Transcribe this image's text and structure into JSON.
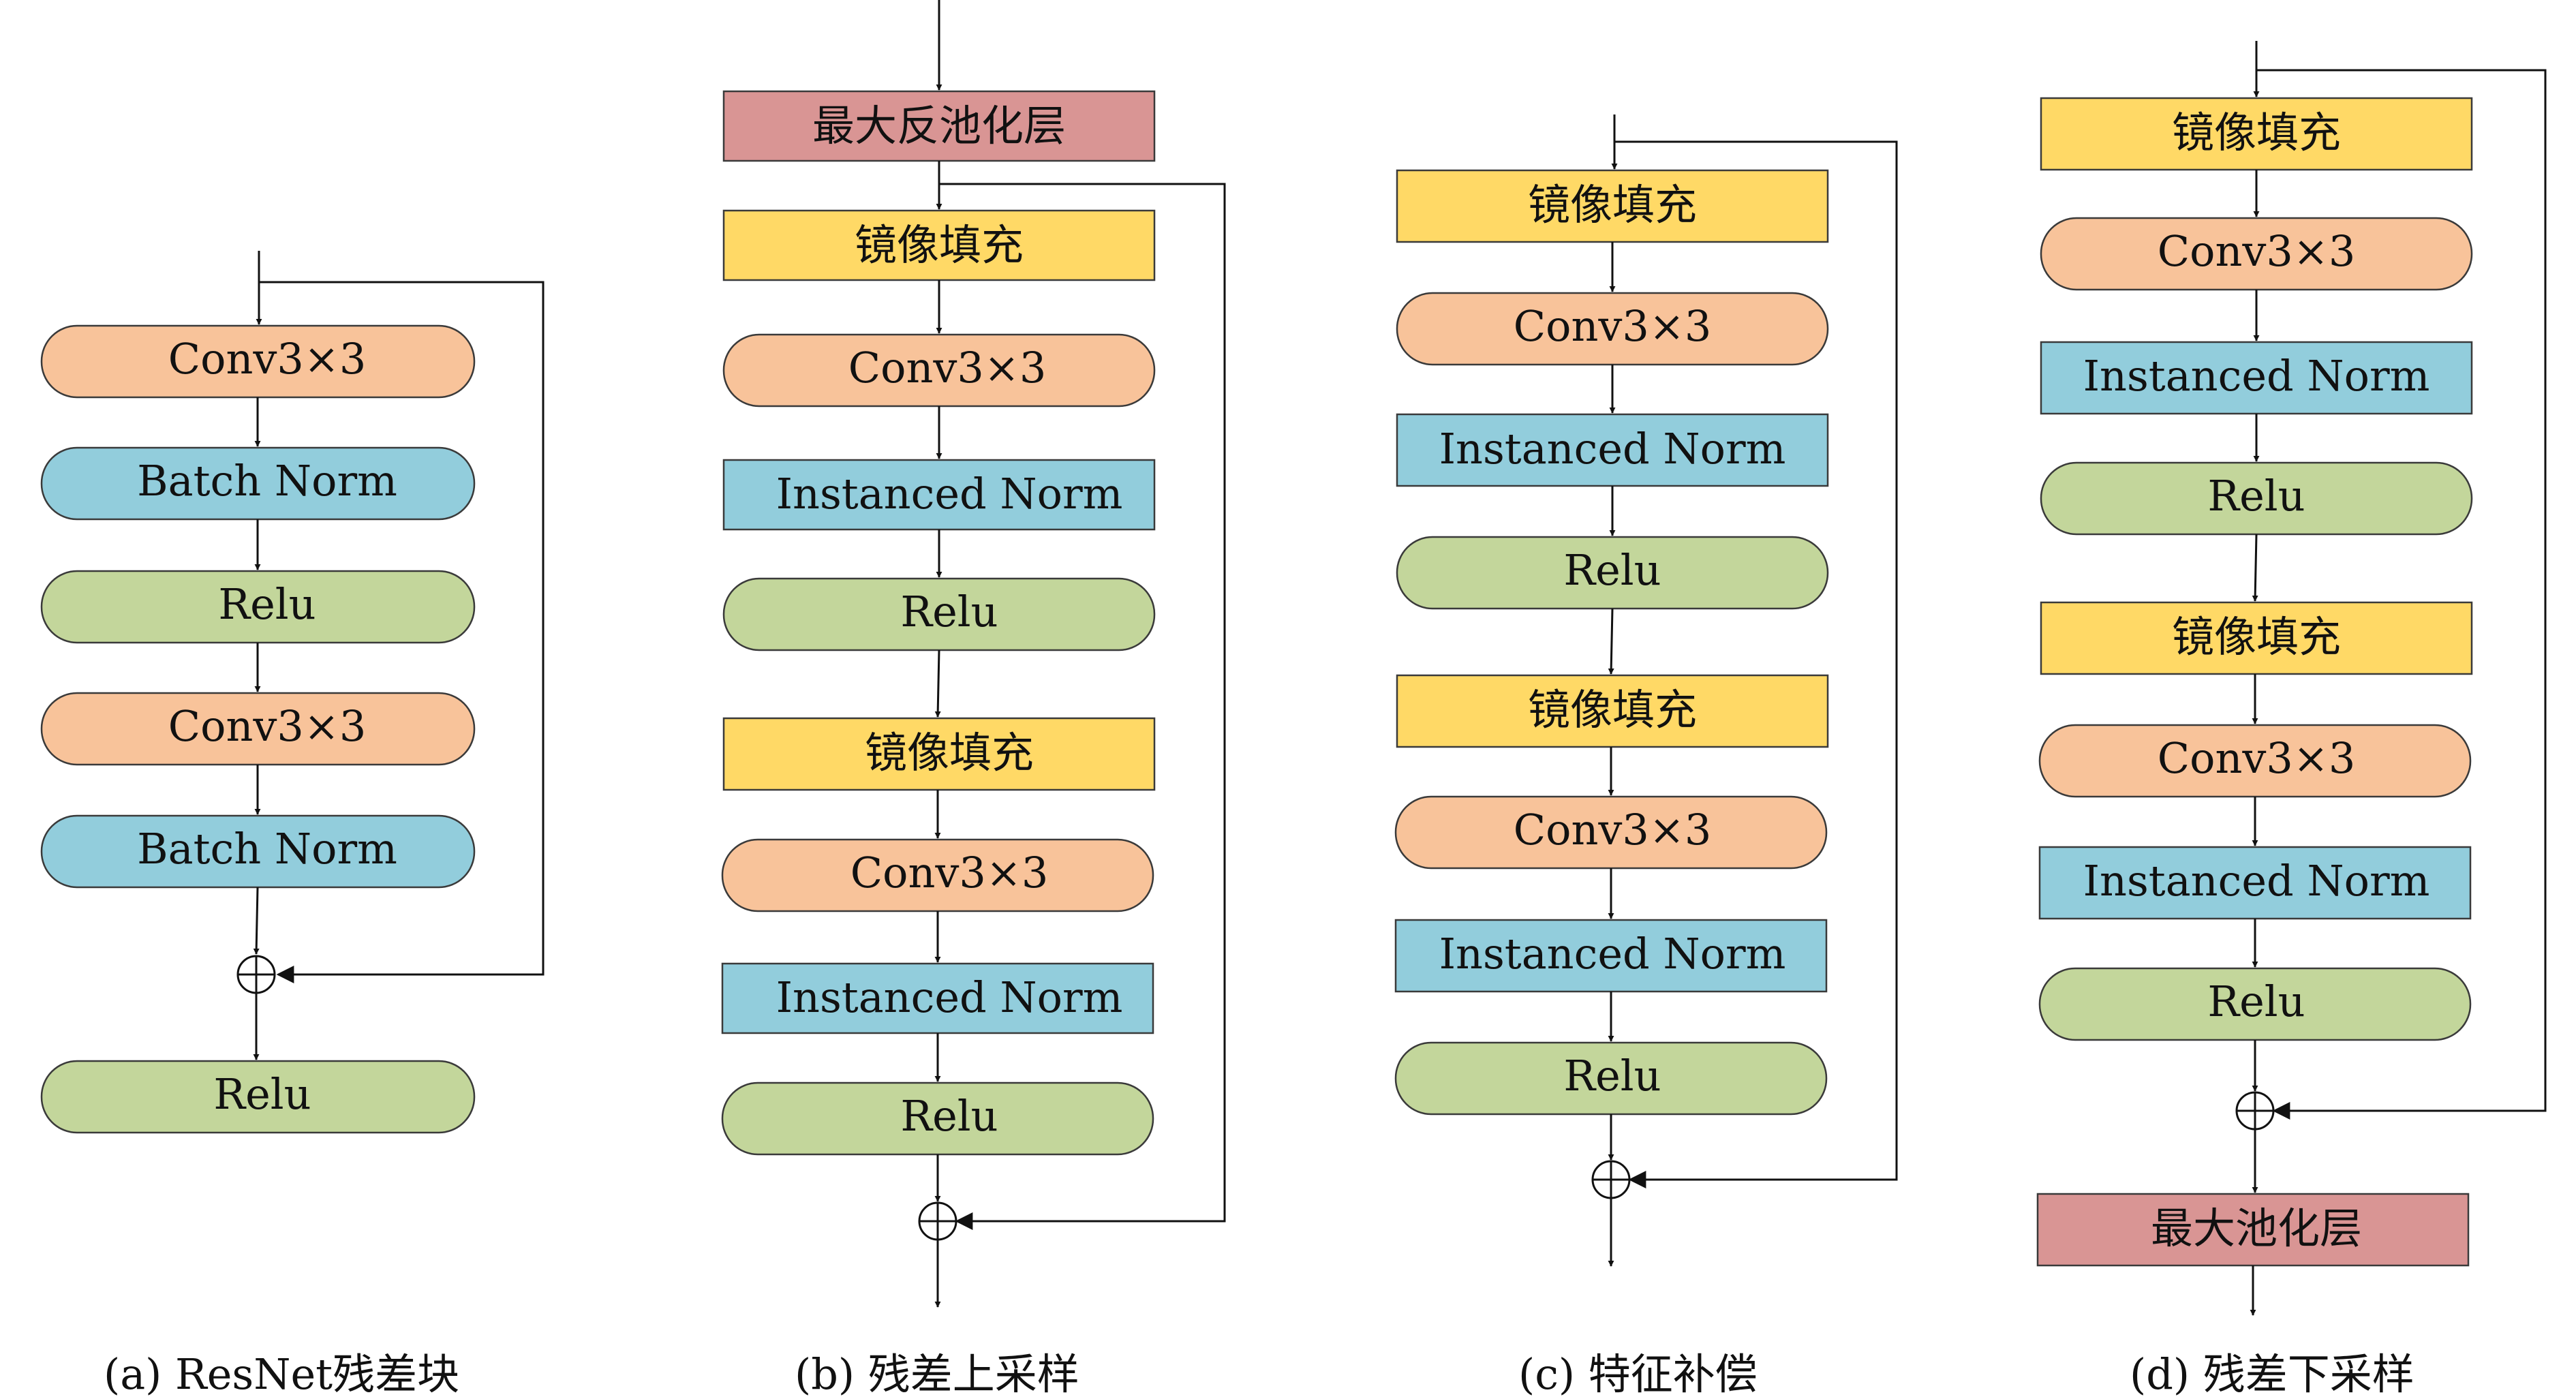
{
  "colors": {
    "conv": "#F8C39A",
    "norm": "#92CDDC",
    "relu": "#C3D69B",
    "pad": "#FFD966",
    "pool": "#D99594"
  },
  "diagrams": [
    {
      "caption": "(a) ResNet残差块",
      "blocks": [
        {
          "label": "Conv3×3",
          "kind": "conv"
        },
        {
          "label": "Batch Norm",
          "kind": "norm"
        },
        {
          "label": "Relu",
          "kind": "relu"
        },
        {
          "label": "Conv3×3",
          "kind": "conv"
        },
        {
          "label": "Batch Norm",
          "kind": "norm"
        },
        {
          "label": "Relu",
          "kind": "relu"
        }
      ]
    },
    {
      "caption": "(b) 残差上采样",
      "blocks": [
        {
          "label": "最大反池化层",
          "kind": "pool"
        },
        {
          "label": "镜像填充",
          "kind": "pad"
        },
        {
          "label": "Conv3×3",
          "kind": "conv"
        },
        {
          "label": "Instanced Norm",
          "kind": "norm"
        },
        {
          "label": "Relu",
          "kind": "relu"
        },
        {
          "label": "镜像填充",
          "kind": "pad"
        },
        {
          "label": "Conv3×3",
          "kind": "conv"
        },
        {
          "label": "Instanced Norm",
          "kind": "norm"
        },
        {
          "label": "Relu",
          "kind": "relu"
        }
      ]
    },
    {
      "caption": "(c) 特征补偿",
      "blocks": [
        {
          "label": "镜像填充",
          "kind": "pad"
        },
        {
          "label": "Conv3×3",
          "kind": "conv"
        },
        {
          "label": "Instanced Norm",
          "kind": "norm"
        },
        {
          "label": "Relu",
          "kind": "relu"
        },
        {
          "label": "镜像填充",
          "kind": "pad"
        },
        {
          "label": "Conv3×3",
          "kind": "conv"
        },
        {
          "label": "Instanced Norm",
          "kind": "norm"
        },
        {
          "label": "Relu",
          "kind": "relu"
        }
      ]
    },
    {
      "caption": "(d) 残差下采样",
      "blocks": [
        {
          "label": "镜像填充",
          "kind": "pad"
        },
        {
          "label": "Conv3×3",
          "kind": "conv"
        },
        {
          "label": "Instanced Norm",
          "kind": "norm"
        },
        {
          "label": "Relu",
          "kind": "relu"
        },
        {
          "label": "镜像填充",
          "kind": "pad"
        },
        {
          "label": "Conv3×3",
          "kind": "conv"
        },
        {
          "label": "Instanced Norm",
          "kind": "norm"
        },
        {
          "label": "Relu",
          "kind": "relu"
        },
        {
          "label": "最大池化层",
          "kind": "pool"
        }
      ]
    }
  ]
}
